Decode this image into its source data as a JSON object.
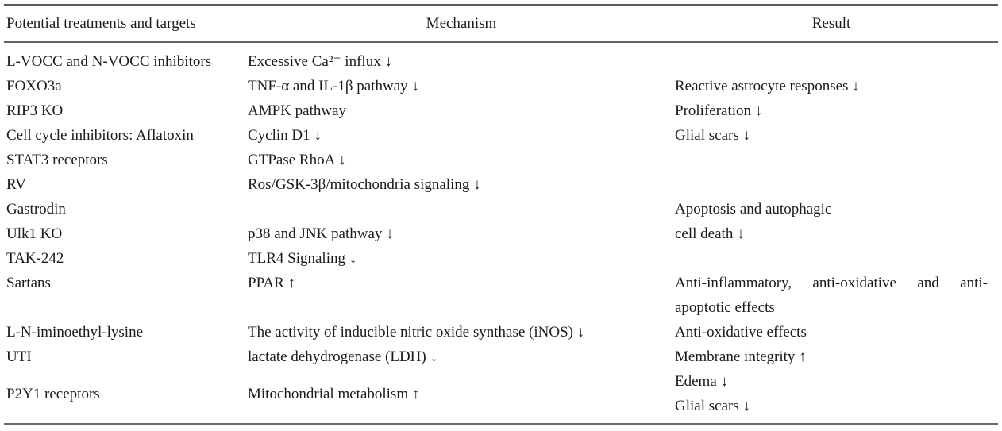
{
  "table": {
    "headers": [
      "Potential treatments and targets",
      "Mechanism",
      "Result"
    ],
    "rows": [
      {
        "treatment": "L-VOCC and N-VOCC inhibitors",
        "mechanism": "Excessive Ca²⁺ influx ↓",
        "result": ""
      },
      {
        "treatment": "FOXO3a",
        "mechanism": "TNF-α and IL-1β pathway ↓",
        "result": "Reactive astrocyte responses ↓"
      },
      {
        "treatment": "RIP3 KO",
        "mechanism": "AMPK pathway",
        "result": "Proliferation ↓"
      },
      {
        "treatment": "Cell cycle inhibitors: Aflatoxin",
        "mechanism": "Cyclin D1 ↓",
        "result": "Glial scars ↓"
      },
      {
        "treatment": "STAT3 receptors",
        "mechanism": "GTPase RhoA ↓",
        "result": ""
      },
      {
        "treatment": "RV",
        "mechanism": "Ros/GSK-3β/mitochondria signaling ↓",
        "result": ""
      },
      {
        "treatment": "Gastrodin",
        "mechanism": "",
        "result": "Apoptosis and autophagic"
      },
      {
        "treatment": "Ulk1 KO",
        "mechanism": "p38 and JNK pathway ↓",
        "result": "cell death ↓"
      },
      {
        "treatment": "TAK-242",
        "mechanism": "TLR4 Signaling ↓",
        "result": ""
      },
      {
        "treatment": "Sartans",
        "mechanism": "PPAR ↑",
        "result": "Anti-inflammatory, anti-oxidative and anti-apoptotic effects"
      },
      {
        "treatment": "L-N-iminoethyl-lysine",
        "mechanism": "The activity of inducible nitric oxide synthase (iNOS) ↓",
        "result": "Anti-oxidative effects"
      },
      {
        "treatment": "UTI",
        "mechanism": "lactate dehydrogenase (LDH) ↓",
        "result": "Membrane integrity ↑"
      },
      {
        "treatment": "P2Y1 receptors",
        "mechanism": "Mitochondrial metabolism ↑",
        "result": "Edema ↓\nGlial scars ↓"
      }
    ]
  },
  "colors": {
    "background": "#ffffff",
    "text": "#1b1b1b",
    "rule": "#5a5a5a"
  }
}
